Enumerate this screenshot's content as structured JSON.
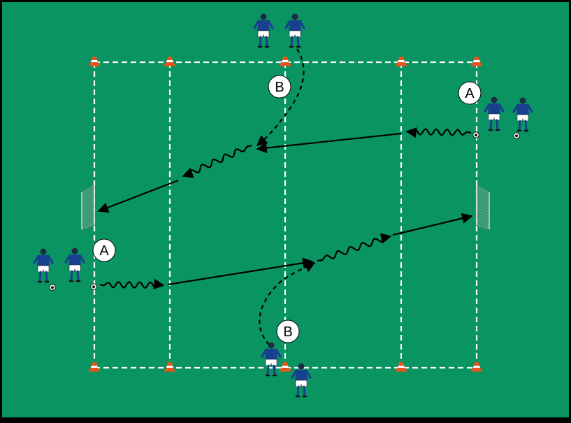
{
  "diagram": {
    "pitch_color": "#0a9462",
    "border_color": "#000000",
    "line_color": "#ffffff",
    "cone_color": "#e8541c",
    "kit_shirt_color": "#17408f",
    "kit_shorts_color": "#ffffff",
    "arrow_color": "#000000",
    "labels": {
      "a_top_right": "A",
      "a_left": "A",
      "b_top": "B",
      "b_bottom": "B"
    }
  }
}
